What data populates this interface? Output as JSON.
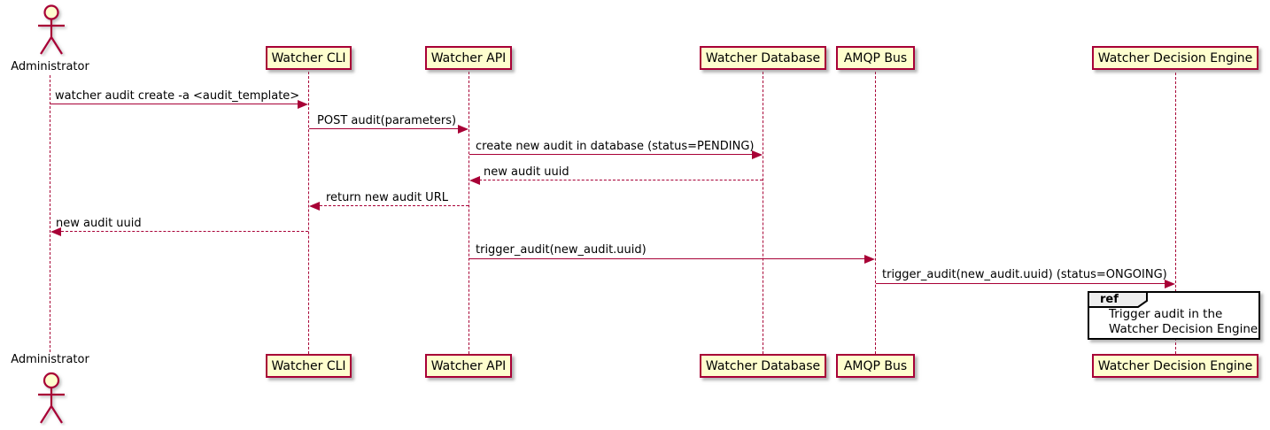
{
  "actor": {
    "name": "Administrator"
  },
  "participants": [
    {
      "name": "Watcher CLI"
    },
    {
      "name": "Watcher API"
    },
    {
      "name": "Watcher Database"
    },
    {
      "name": "AMQP Bus"
    },
    {
      "name": "Watcher Decision Engine"
    }
  ],
  "messages": [
    {
      "from": "Administrator",
      "to": "Watcher CLI",
      "label": "watcher audit create -a <audit_template>",
      "line": "solid"
    },
    {
      "from": "Watcher CLI",
      "to": "Watcher API",
      "label": "POST audit(parameters)",
      "line": "solid"
    },
    {
      "from": "Watcher API",
      "to": "Watcher Database",
      "label": "create new audit in database (status=PENDING)",
      "line": "solid"
    },
    {
      "from": "Watcher Database",
      "to": "Watcher API",
      "label": "new audit uuid",
      "line": "dashed"
    },
    {
      "from": "Watcher API",
      "to": "Watcher CLI",
      "label": "return new audit URL",
      "line": "dashed"
    },
    {
      "from": "Watcher CLI",
      "to": "Administrator",
      "label": "new audit uuid",
      "line": "dashed"
    },
    {
      "from": "Watcher API",
      "to": "AMQP Bus",
      "label": "trigger_audit(new_audit.uuid)",
      "line": "solid"
    },
    {
      "from": "AMQP Bus",
      "to": "Watcher Decision Engine",
      "label": "trigger_audit(new_audit.uuid) (status=ONGOING)",
      "line": "solid"
    }
  ],
  "ref": {
    "keyword": "ref",
    "over": "Watcher Decision Engine",
    "line1": "Trigger audit in the",
    "line2": "Watcher Decision Engine"
  },
  "colors": {
    "participant_fill": "#FEFECE",
    "participant_border": "#A80036",
    "arrow": "#A80036",
    "lifeline": "#A80036",
    "text": "#000000",
    "ref_border": "#000000",
    "ref_header_fill": "#EEEEEE",
    "background": "#FFFFFF"
  }
}
